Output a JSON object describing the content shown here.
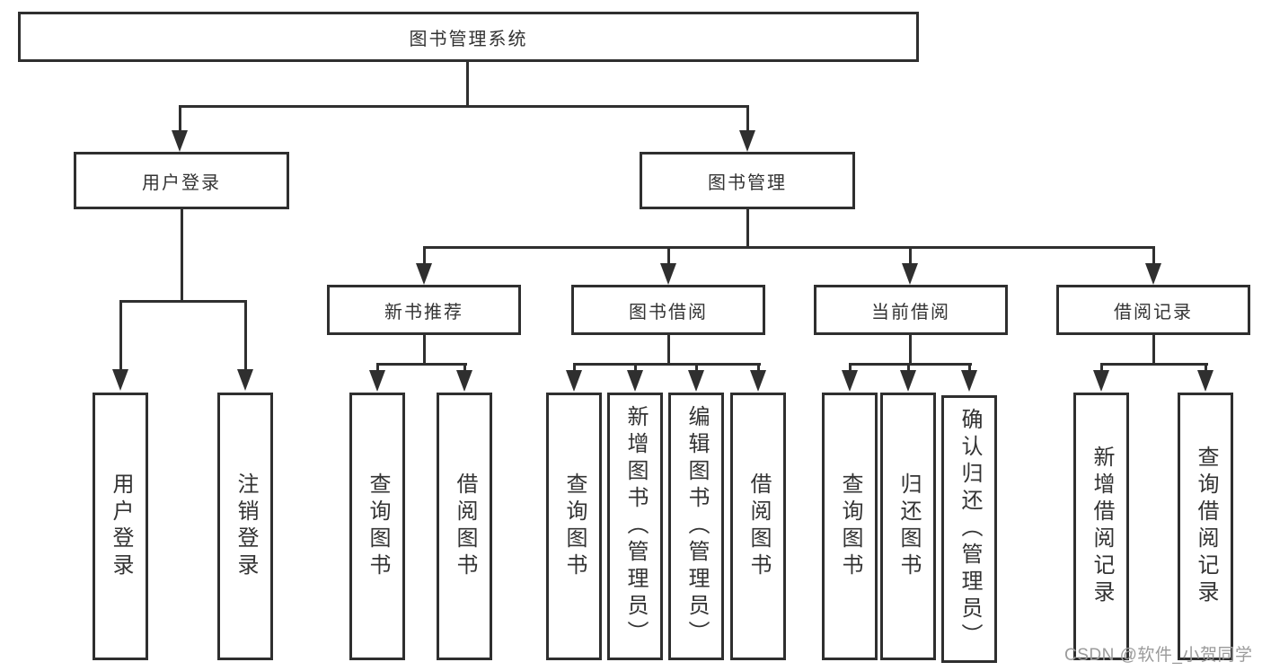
{
  "colors": {
    "stroke": "#2f2f2f",
    "text": "#333333",
    "background": "#ffffff",
    "watermark": "#9b9b9b"
  },
  "tree": {
    "root": {
      "label": "图书管理系统"
    },
    "level2": [
      {
        "label": "用户登录"
      },
      {
        "label": "图书管理"
      }
    ],
    "level3": [
      {
        "label": "新书推荐"
      },
      {
        "label": "图书借阅"
      },
      {
        "label": "当前借阅"
      },
      {
        "label": "借阅记录"
      }
    ],
    "leaves": {
      "user_login": [
        {
          "label": "用户登录"
        },
        {
          "label": "注销登录"
        }
      ],
      "new_books": [
        {
          "label": "查询图书"
        },
        {
          "label": "借阅图书"
        }
      ],
      "book_borrow": [
        {
          "label": "查询图书"
        },
        {
          "label": "新增图书（管理员）"
        },
        {
          "label": "编辑图书（管理员）"
        },
        {
          "label": "借阅图书"
        }
      ],
      "current_borrow": [
        {
          "label": "查询图书"
        },
        {
          "label": "归还图书"
        },
        {
          "label": "确认归还（管理员）"
        }
      ],
      "borrow_records": [
        {
          "label": "新增借阅记录"
        },
        {
          "label": "查询借阅记录"
        }
      ]
    }
  },
  "watermark": {
    "text": "CSDN @软件_小贺同学"
  }
}
